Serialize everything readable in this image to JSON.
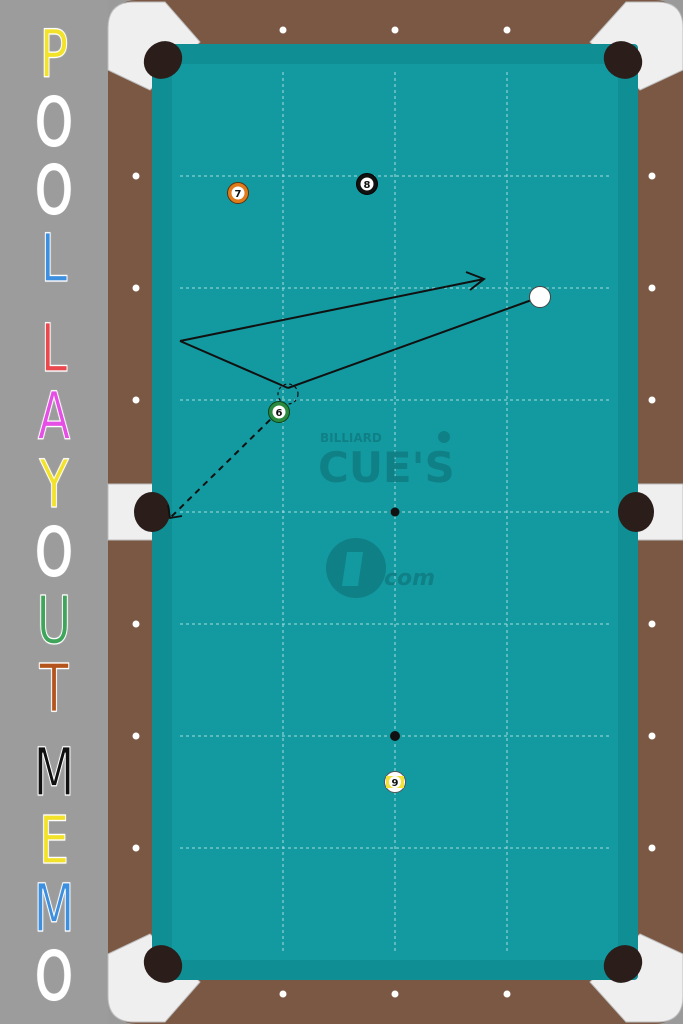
{
  "title": {
    "letters": [
      {
        "char": "P",
        "color": "#f2e22a"
      },
      {
        "char": "O",
        "color": "#ffffff"
      },
      {
        "char": "O",
        "color": "#ffffff"
      },
      {
        "char": "L",
        "color": "#3d8fe0"
      },
      {
        "char": "L",
        "color": "#e8484e"
      },
      {
        "char": "A",
        "color": "#e64fe6"
      },
      {
        "char": "Y",
        "color": "#f2e22a"
      },
      {
        "char": "O",
        "color": "#ffffff"
      },
      {
        "char": "U",
        "color": "#3ea55a"
      },
      {
        "char": "T",
        "color": "#b4541c"
      },
      {
        "char": "M",
        "color": "#111111"
      },
      {
        "char": "E",
        "color": "#f2e22a"
      },
      {
        "char": "M",
        "color": "#3d8fe0"
      },
      {
        "char": "O",
        "color": "#ffffff"
      }
    ]
  },
  "table": {
    "cloth_color": "#139aa0",
    "rail_color": "#7a5843",
    "corner_color": "#efefef",
    "pocket_color": "#2a1d1a",
    "grid_rows": 8,
    "grid_cols": 4
  },
  "balls": [
    {
      "id": "ball-7",
      "number": "7",
      "color": "#e07b1c",
      "stripe": false
    },
    {
      "id": "ball-8",
      "number": "8",
      "color": "#111111",
      "stripe": false
    },
    {
      "id": "ball-6",
      "number": "6",
      "color": "#2c8a3e",
      "stripe": false
    },
    {
      "id": "ball-9",
      "number": "9",
      "color": "#f1e23c",
      "stripe": true
    },
    {
      "id": "cue-ball",
      "number": "",
      "color": "#ffffff",
      "stripe": false
    }
  ],
  "logos": {
    "billiard": "BILLIARD",
    "cues": "CUE'S",
    "dcom": "com"
  }
}
